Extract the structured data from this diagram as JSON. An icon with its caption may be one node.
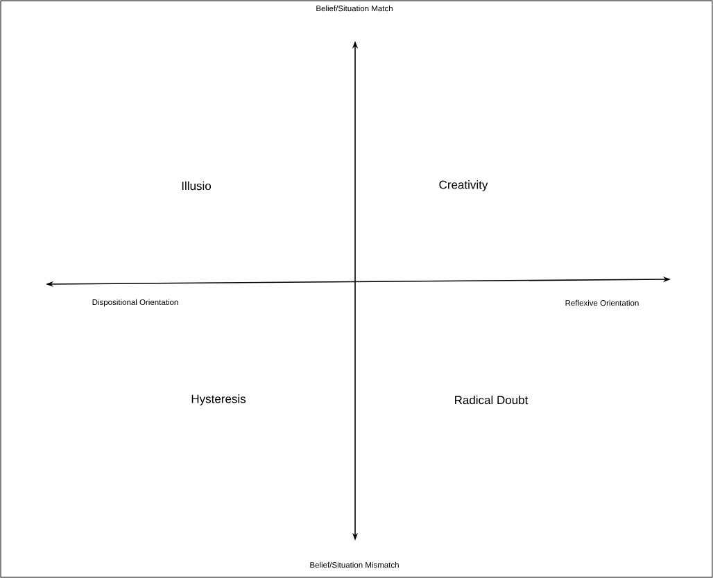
{
  "diagram": {
    "labels": [
      "Belief/Situation Match",
      "Illusio",
      "Creativity",
      "Dispositional Orientation",
      "Reflexive Orientation",
      "Hysteresis",
      "Radical Doubt",
      "Belief/Situation Mismatch"
    ]
  }
}
